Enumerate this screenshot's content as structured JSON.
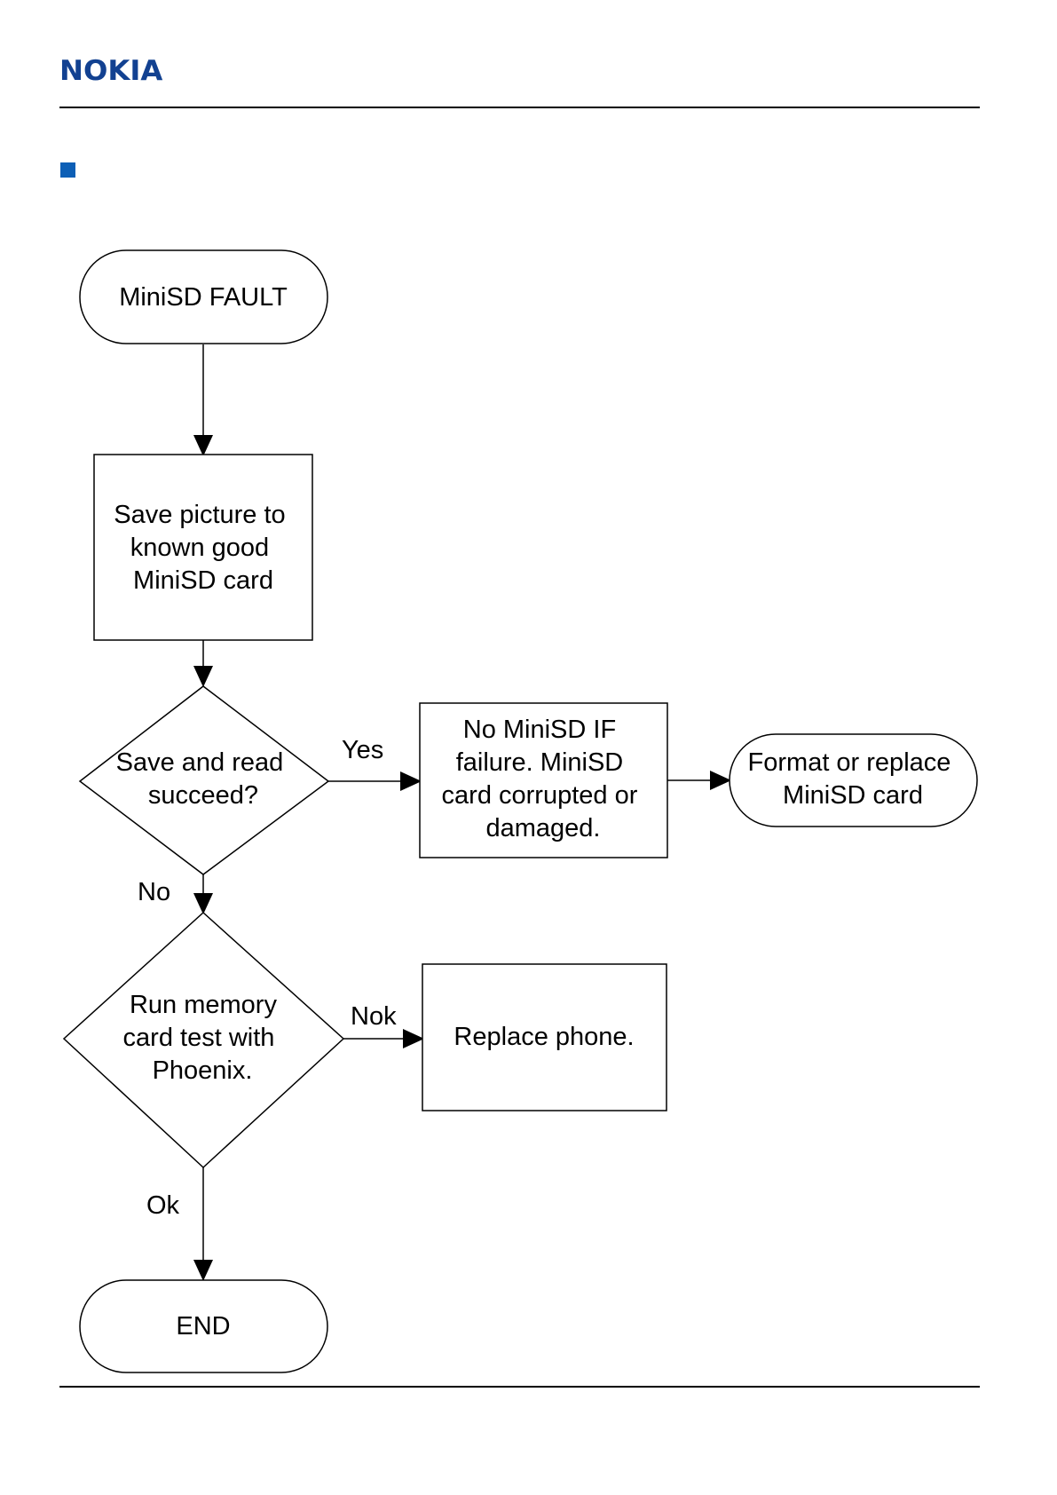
{
  "header": {
    "logo_text": "NOKIA",
    "brand_color": "#124191",
    "bullet_color": "#0d5fb6"
  },
  "flowchart": {
    "nodes": {
      "start": {
        "lines": [
          "MiniSD FAULT"
        ]
      },
      "save": {
        "lines": [
          "Save picture to",
          "known good",
          "MiniSD card"
        ]
      },
      "decision1": {
        "lines": [
          "Save and read",
          "succeed?"
        ]
      },
      "no_if_failure": {
        "lines": [
          "No MiniSD IF",
          "failure. MiniSD",
          "card corrupted or",
          "damaged."
        ]
      },
      "format": {
        "lines": [
          "Format or replace",
          "MiniSD card"
        ]
      },
      "decision2": {
        "lines": [
          "Run memory",
          "card test with",
          "Phoenix."
        ]
      },
      "replace": {
        "lines": [
          "Replace phone."
        ]
      },
      "end": {
        "lines": [
          "END"
        ]
      }
    },
    "edge_labels": {
      "yes": "Yes",
      "no": "No",
      "nok": "Nok",
      "ok": "Ok"
    }
  }
}
